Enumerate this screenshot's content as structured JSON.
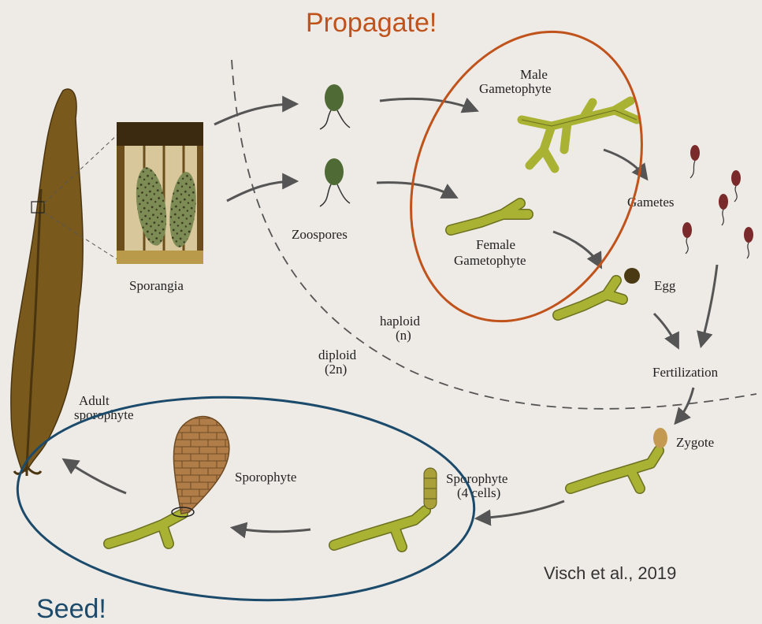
{
  "headline_propagate": "Propagate!",
  "headline_seed": "Seed!",
  "credit": "Visch et al., 2019",
  "labels": {
    "male_1": "Male",
    "male_2": "Gametophyte",
    "gametes": "Gametes",
    "zoospores": "Zoospores",
    "female_1": "Female",
    "female_2": "Gametophyte",
    "sporangia": "Sporangia",
    "egg": "Egg",
    "haploid_1": "haploid",
    "haploid_2": "(n)",
    "diploid_1": "diploid",
    "diploid_2": "(2n)",
    "fertilization": "Fertilization",
    "adult_1": "Adult",
    "adult_2": "sporophyte",
    "zygote": "Zygote",
    "sporophyte": "Sporophyte",
    "sporophyte4_1": "Sporophyte",
    "sporophyte4_2": "(4 cells)"
  },
  "colors": {
    "orange": "#c0531c",
    "blue": "#1b4a6b",
    "kelp": "#7a5a1c",
    "gametophyte": "#a9b233",
    "spore": "#4f6a35",
    "gamete": "#7a2a2a",
    "arrow": "#555555"
  }
}
